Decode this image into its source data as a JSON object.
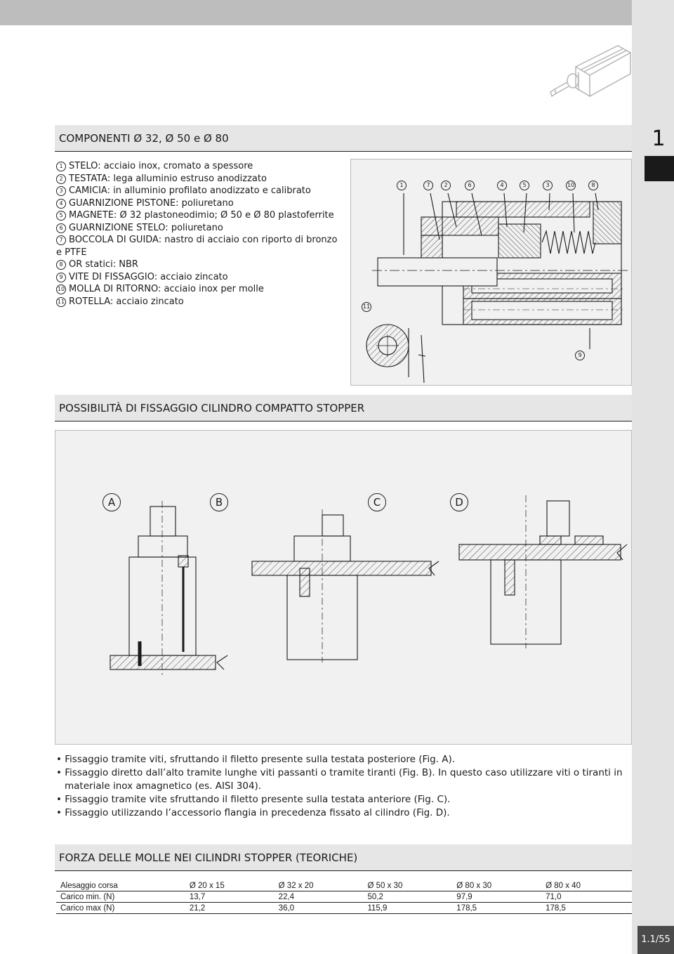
{
  "page": {
    "tab_number": "1",
    "page_number": "1.1/55"
  },
  "components": {
    "heading": "COMPONENTI Ø 32, Ø 50 e Ø 80",
    "items": [
      {
        "n": "1",
        "text": "STELO: acciaio inox, cromato a spessore"
      },
      {
        "n": "2",
        "text": "TESTATA: lega alluminio estruso anodizzato"
      },
      {
        "n": "3",
        "text": "CAMICIA: in alluminio profilato anodizzato e calibrato"
      },
      {
        "n": "4",
        "text": "GUARNIZIONE PISTONE: poliuretano"
      },
      {
        "n": "5",
        "text": "MAGNETE: Ø 32 plastoneodimio; Ø 50 e Ø 80 plastoferrite"
      },
      {
        "n": "6",
        "text": "GUARNIZIONE STELO: poliuretano"
      },
      {
        "n": "7",
        "text": "BOCCOLA DI GUIDA: nastro di acciaio con riporto di bronzo"
      },
      {
        "n": "",
        "text": "e PTFE"
      },
      {
        "n": "8",
        "text": "OR statici: NBR"
      },
      {
        "n": "9",
        "text": "VITE DI FISSAGGIO: acciaio zincato"
      },
      {
        "n": "10",
        "text": "MOLLA DI RITORNO: acciaio inox per molle"
      },
      {
        "n": "11",
        "text": "ROTELLA: acciaio zincato"
      }
    ],
    "callouts_top": [
      "1",
      "7",
      "2",
      "6",
      "4",
      "5",
      "3",
      "10",
      "8"
    ],
    "callout_left": "11",
    "callout_bottom": "9"
  },
  "mounting": {
    "heading": "POSSIBILITÀ DI FISSAGGIO CILINDRO COMPATTO STOPPER",
    "figures": [
      "A",
      "B",
      "C",
      "D"
    ],
    "notes": [
      "Fissaggio tramite viti, sfruttando il filetto presente sulla testata posteriore (Fig. A).",
      "Fissaggio diretto dall’alto tramite lunghe viti passanti o tramite tiranti (Fig. B). In questo caso utilizzare viti o tiranti in materiale inox amagnetico (es. AISI 304).",
      "Fissaggio tramite vite sfruttando il filetto presente sulla testata anteriore (Fig. C).",
      "Fissaggio utilizzando l’accessorio flangia in precedenza fissato al cilindro (Fig. D)."
    ]
  },
  "forces": {
    "heading": "FORZA DELLE MOLLE NEI CILINDRI STOPPER (TEORICHE)",
    "columns": [
      "Alesaggio corsa",
      "Ø 20 x 15",
      "Ø 32 x 20",
      "Ø 50 x 30",
      "Ø 80 x 30",
      "Ø 80 x 40"
    ],
    "rows": [
      [
        "Carico min. (N)",
        "13,7",
        "22,4",
        "50,2",
        "97,9",
        "71,0"
      ],
      [
        "Carico max (N)",
        "21,2",
        "36,0",
        "115,9",
        "178,5",
        "178,5"
      ]
    ]
  }
}
